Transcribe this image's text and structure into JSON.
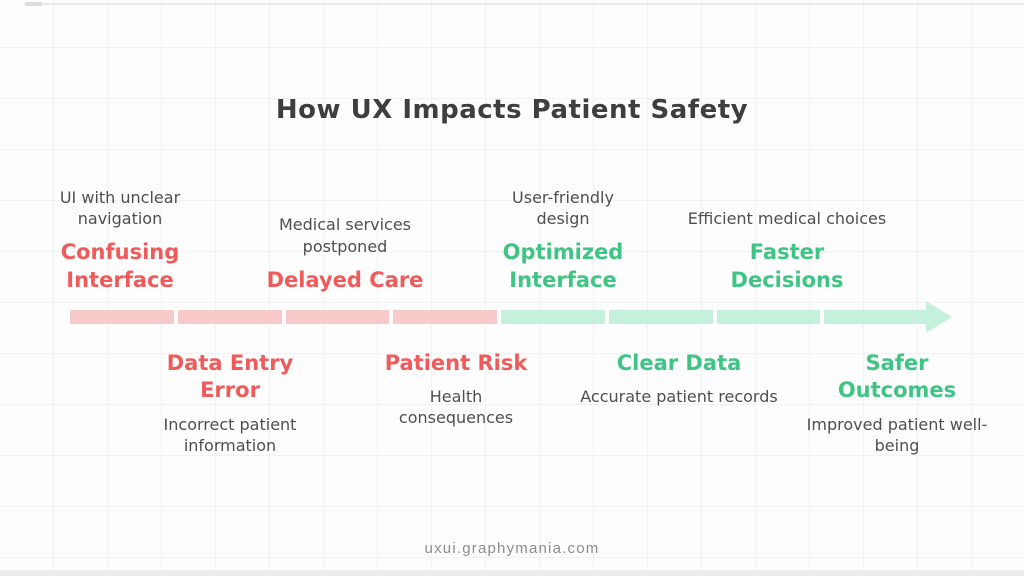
{
  "title": "How UX Impacts Patient Safety",
  "footer": "uxui.graphymania.com",
  "colors": {
    "negative_text": "#ef5a5a",
    "positive_text": "#3ec584",
    "description_text": "#4f4f4f",
    "title_text": "#3e3e3e",
    "bar_negative": "#f8caca",
    "bar_positive": "#c5f0db",
    "footer_text": "#8d8d8d"
  },
  "timeline": {
    "type": "left-to-right arrow",
    "negative_segment_count": 4,
    "positive_segment_count": 4
  },
  "stages_above": [
    {
      "description": "UI with unclear navigation",
      "label": "Confusing Interface",
      "sentiment": "negative"
    },
    {
      "description": "Medical services postponed",
      "label": "Delayed Care",
      "sentiment": "negative"
    },
    {
      "description": "User-friendly design",
      "label": "Optimized Interface",
      "sentiment": "positive"
    },
    {
      "description": "Efficient medical choices",
      "label": "Faster Decisions",
      "sentiment": "positive"
    }
  ],
  "stages_below": [
    {
      "label": "Data Entry Error",
      "description": "Incorrect patient information",
      "sentiment": "negative"
    },
    {
      "label": "Patient Risk",
      "description": "Health consequences",
      "sentiment": "negative"
    },
    {
      "label": "Clear Data",
      "description": "Accurate patient records",
      "sentiment": "positive"
    },
    {
      "label": "Safer Outcomes",
      "description": "Improved patient well-being",
      "sentiment": "positive"
    }
  ]
}
